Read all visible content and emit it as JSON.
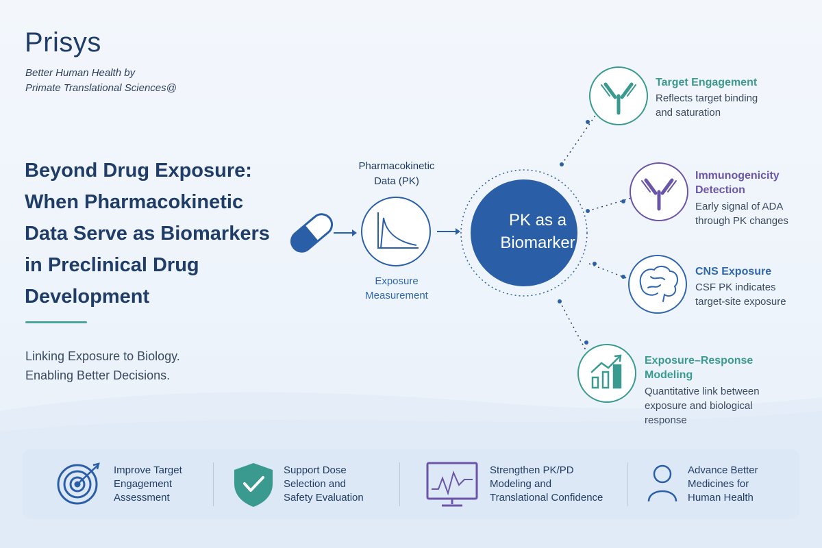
{
  "brand": {
    "name": "Prisys",
    "tagline_line1": "Better Human Health by",
    "tagline_line2": "Primate Translational Sciences@"
  },
  "headline": {
    "line1": "Beyond Drug Exposure:",
    "line2": "When Pharmacokinetic",
    "line3": "Data Serve as Biomarkers",
    "line4": "in Preclinical Drug",
    "line5": "Development"
  },
  "subheadline": {
    "line1": "Linking Exposure to Biology.",
    "line2": "Enabling Better Decisions."
  },
  "flow": {
    "pk_title_line1": "Pharmacokinetic",
    "pk_title_line2": "Data (PK)",
    "pk_caption_line1": "Exposure",
    "pk_caption_line2": "Measurement",
    "hub_line1": "PK as a",
    "hub_line2": "Biomarker"
  },
  "applications": [
    {
      "title_lines": [
        "Target Engagement"
      ],
      "desc_lines": [
        "Reflects target binding",
        "and saturation"
      ],
      "color": "#3a9a8f",
      "icon": "antibody-icon"
    },
    {
      "title_lines": [
        "Immunogenicity",
        "Detection"
      ],
      "desc_lines": [
        "Early signal of ADA",
        "through PK changes"
      ],
      "color": "#6b55a8",
      "icon": "antibody-icon"
    },
    {
      "title_lines": [
        "CNS Exposure"
      ],
      "desc_lines": [
        "CSF PK indicates",
        "target-site exposure"
      ],
      "color": "#2f66ad",
      "icon": "brain-icon"
    },
    {
      "title_lines": [
        "Exposure–Response",
        "Modeling"
      ],
      "desc_lines": [
        "Quantitative link between",
        "exposure and biological",
        "response"
      ],
      "color": "#3a9a8f",
      "icon": "bar-chart-icon"
    }
  ],
  "benefits": [
    {
      "lines": [
        "Improve Target",
        "Engagement",
        "Assessment"
      ],
      "icon": "target-icon"
    },
    {
      "lines": [
        "Support Dose",
        "Selection and",
        "Safety Evaluation"
      ],
      "icon": "shield-check-icon"
    },
    {
      "lines": [
        "Strengthen PK/PD",
        "Modeling and",
        "Translational Confidence"
      ],
      "icon": "monitor-chart-icon"
    },
    {
      "lines": [
        "Advance Better",
        "Medicines for",
        "Human Health"
      ],
      "icon": "person-icon"
    }
  ],
  "colors": {
    "navy": "#1f3d66",
    "hub_blue": "#2a5fa8",
    "teal": "#3a9a8f",
    "purple": "#6b55a8",
    "blue": "#2f66ad",
    "bar_bg": "#dde8f6"
  }
}
